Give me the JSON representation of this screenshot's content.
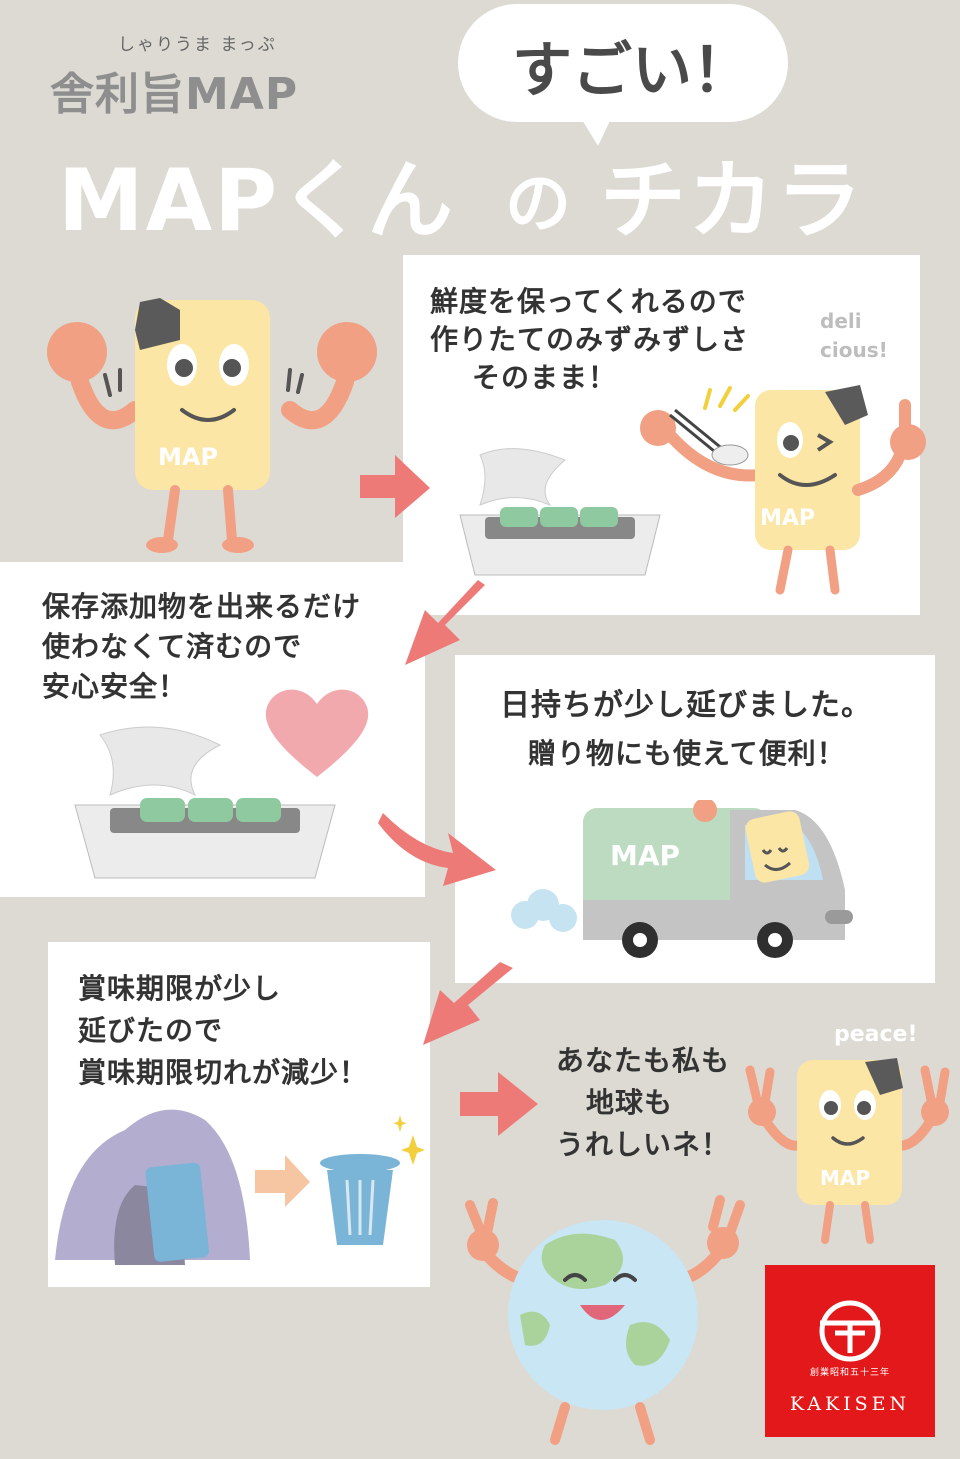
{
  "header": {
    "logo_ruby": "しゃりうま まっぷ",
    "logo_text": "舎利旨MAP",
    "bubble_text": "すごい！",
    "title_left": "MAPくん",
    "title_mid": "の",
    "title_right": "チカラ"
  },
  "panel1": {
    "lines": [
      "鮮度を保ってくれるので",
      "作りたてのみずみずしさ",
      "そのまま！"
    ],
    "note_lines": [
      "deli",
      "cious!"
    ]
  },
  "panel2": {
    "lines": [
      "保存添加物を出来るだけ",
      "使わなくて済むので",
      "安心安全！"
    ]
  },
  "panel3": {
    "lines": [
      "日持ちが少し延びました。",
      "贈り物にも使えて便利！"
    ],
    "truck_label": "MAP"
  },
  "panel4": {
    "lines": [
      "賞味期限が少し",
      "延びたので",
      "賞味期限切れが減少！"
    ]
  },
  "ending": {
    "lines": [
      "あなたも私も",
      "地球も",
      "うれしいネ！"
    ],
    "peace": "peace!"
  },
  "mascot_label": "MAP",
  "brand": {
    "sub": "創業昭和五十三年",
    "name": "KAKISEN",
    "color": "#e3181b"
  },
  "colors": {
    "background": "#dcdad3",
    "arrow": "#ee7a78",
    "mascot_body": "#fbe6a6",
    "skin": "#f1a083"
  }
}
